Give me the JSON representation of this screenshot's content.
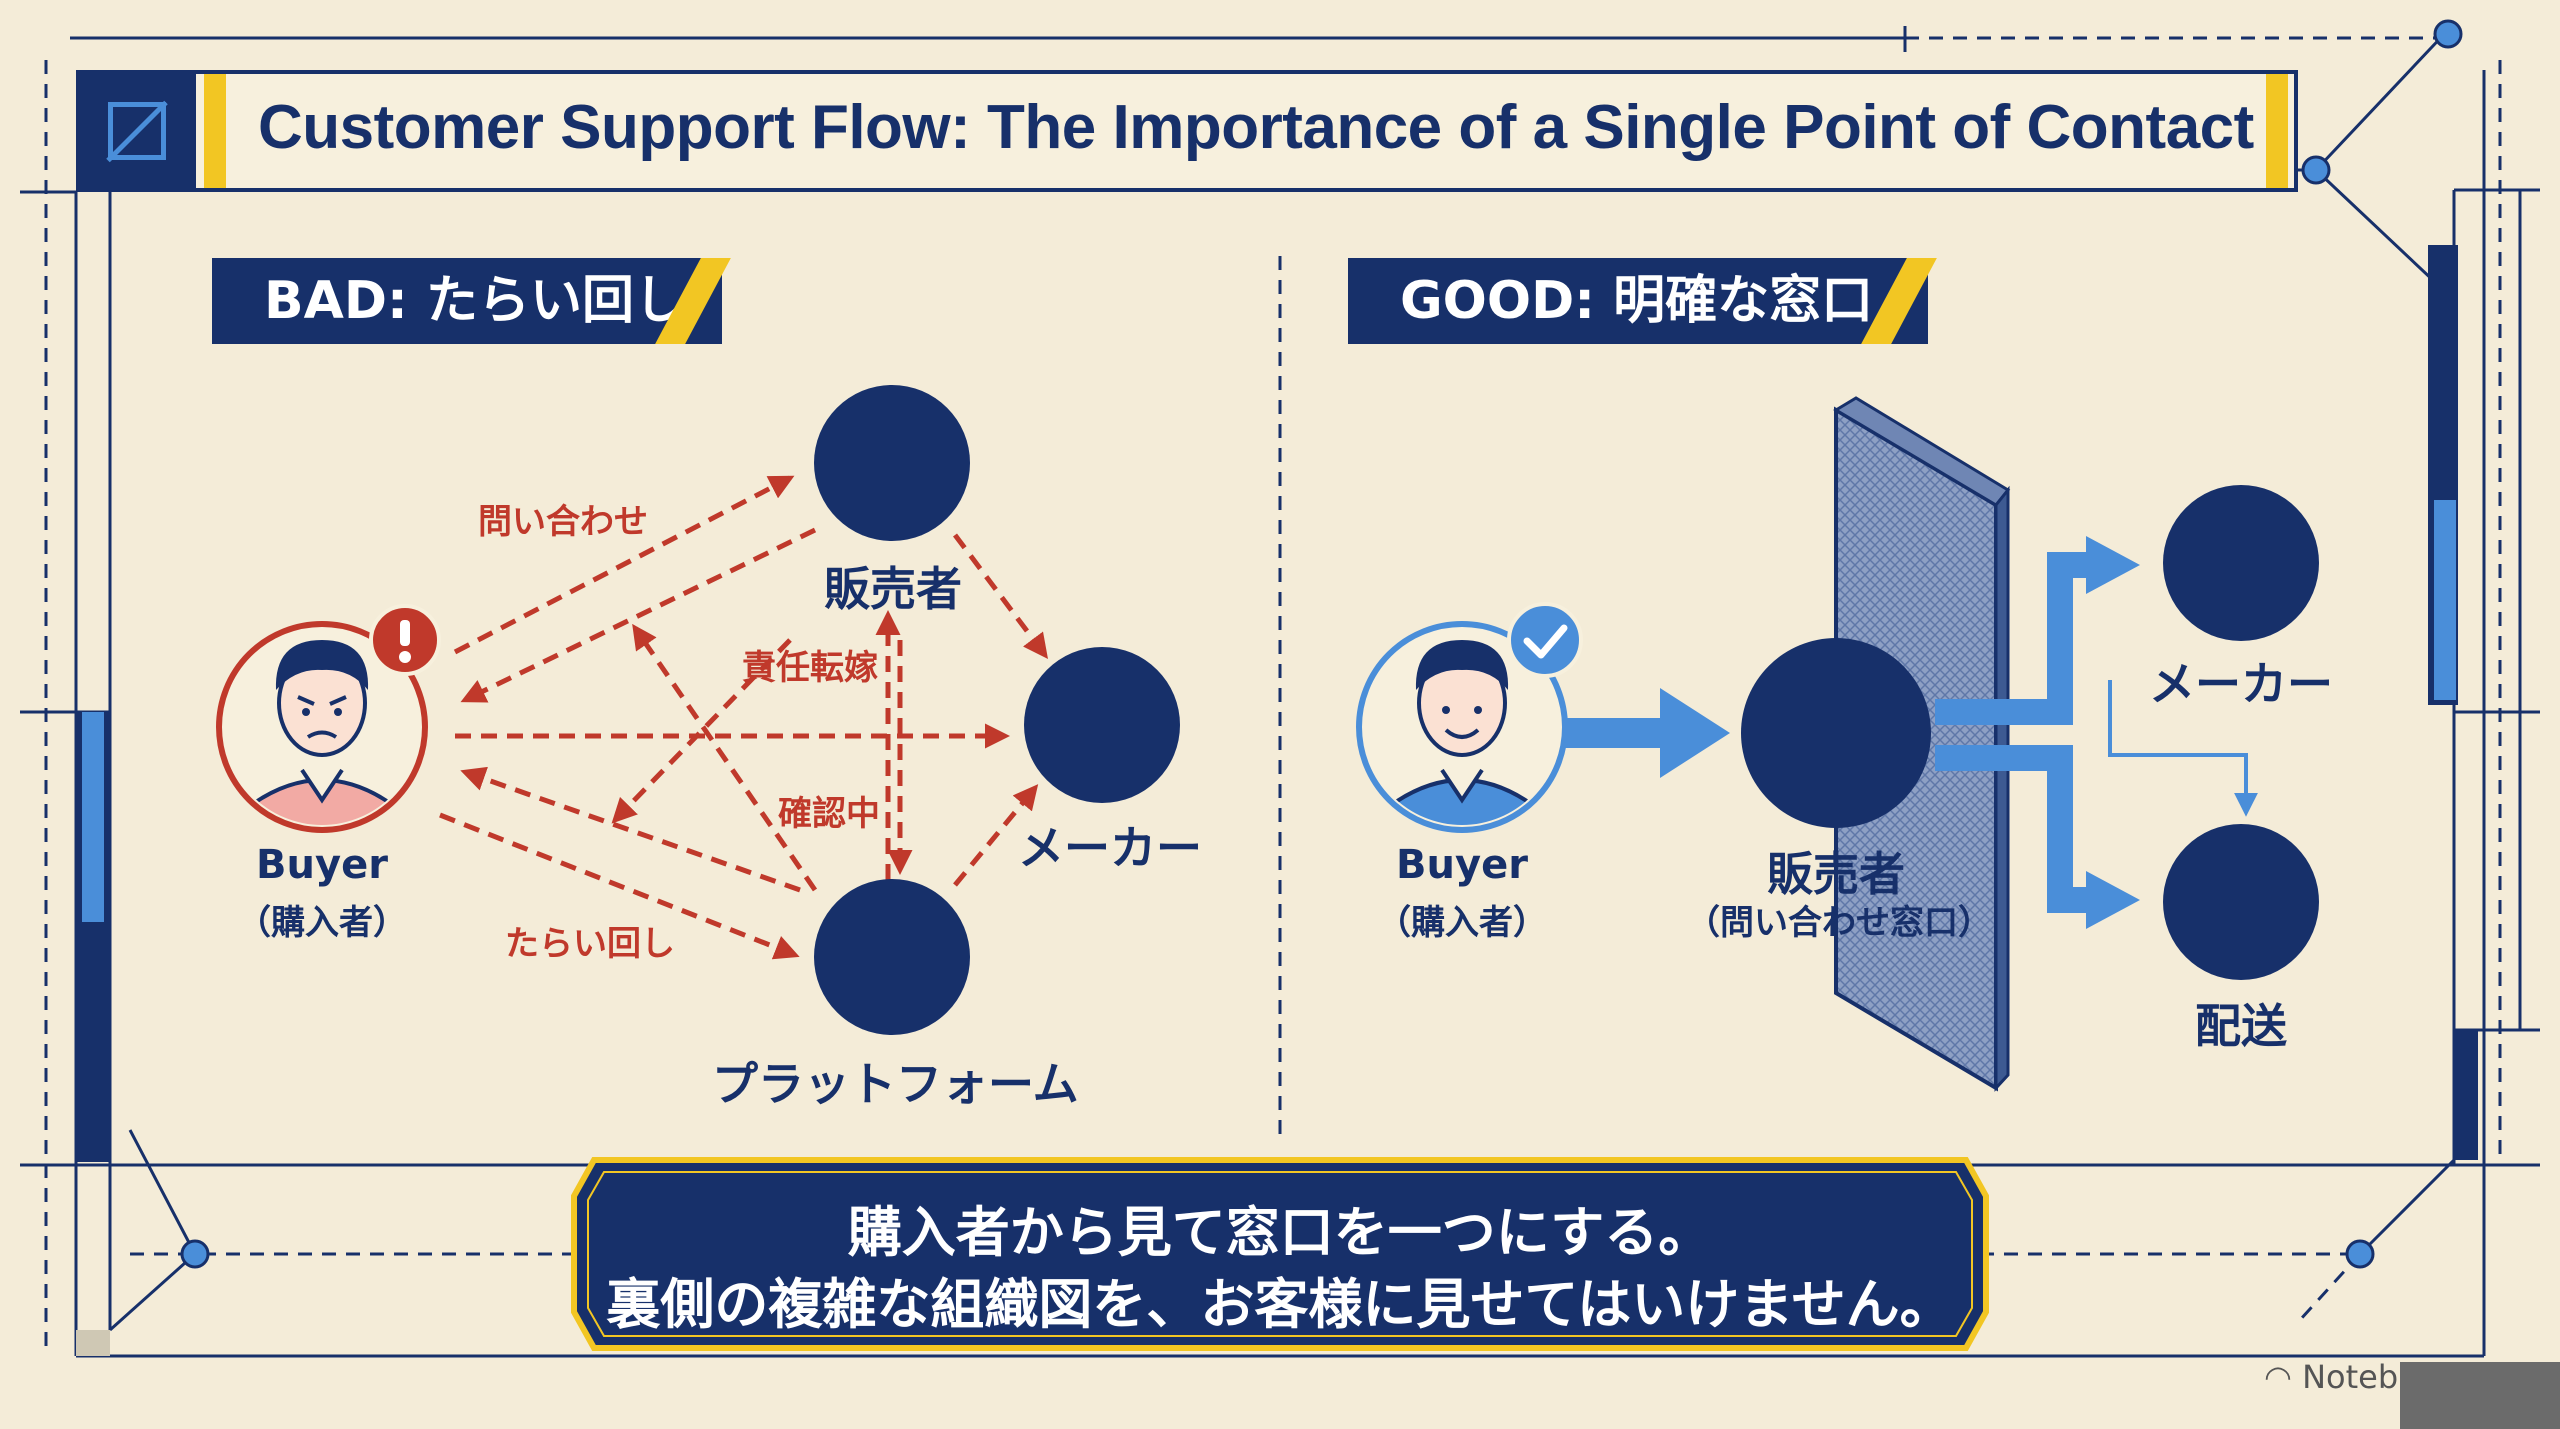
{
  "title": "Customer Support Flow: The Importance of a Single Point of Contact",
  "bad": {
    "tag": "BAD: たらい回し",
    "nodes": {
      "seller": "販売者",
      "maker": "メーカー",
      "platform": "プラットフォーム"
    },
    "buyer": {
      "name": "Buyer",
      "sub": "（購入者）"
    },
    "labels": {
      "inquiry": "問い合わせ",
      "blame": "責任転嫁",
      "checking": "確認中",
      "runaround": "たらい回し"
    }
  },
  "good": {
    "tag": "GOOD: 明確な窓口",
    "nodes": {
      "seller": "販売者",
      "seller_sub": "（問い合わせ窓口）",
      "maker": "メーカー",
      "shipping": "配送"
    },
    "buyer": {
      "name": "Buyer",
      "sub": "（購入者）"
    }
  },
  "message": {
    "line1": "購入者から見て窓口を一つにする。",
    "line2": "裏側の複雑な組織図を、お客様に見せてはいけません。"
  },
  "watermark": "Noteb",
  "colors": {
    "navy": "#17306a",
    "yellow": "#f2c623",
    "red": "#c0392b",
    "blue": "#4a8ed9",
    "cream": "#f4ecd8"
  }
}
